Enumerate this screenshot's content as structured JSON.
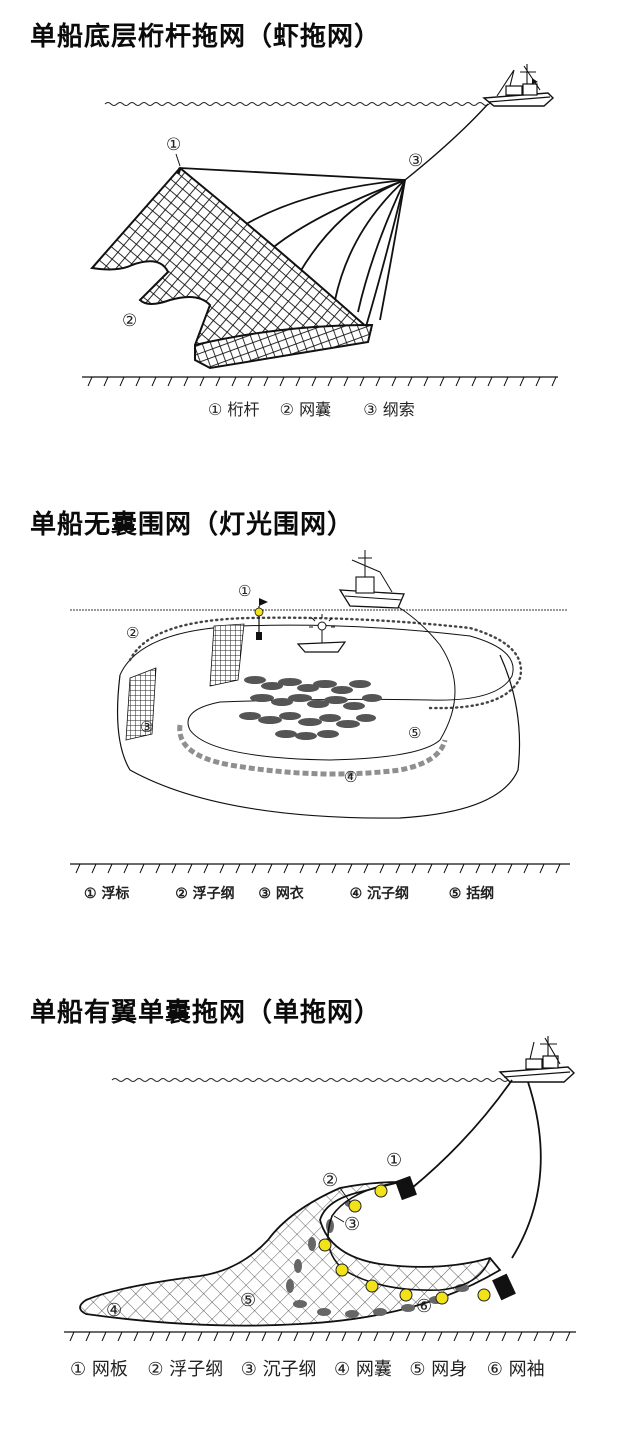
{
  "panels": [
    {
      "title": "单船底层桁杆拖网（虾拖网）",
      "callouts": [
        "①",
        "②",
        "③"
      ],
      "legend": [
        {
          "num": "①",
          "label": "桁杆"
        },
        {
          "num": "②",
          "label": "网囊"
        },
        {
          "num": "③",
          "label": "纲索"
        }
      ]
    },
    {
      "title": "单船无囊围网（灯光围网）",
      "callouts": [
        "①",
        "②",
        "③",
        "④",
        "⑤"
      ],
      "legend": [
        {
          "num": "①",
          "label": "浮标"
        },
        {
          "num": "②",
          "label": "浮子纲"
        },
        {
          "num": "③",
          "label": "网衣"
        },
        {
          "num": "④",
          "label": "沉子纲"
        },
        {
          "num": "⑤",
          "label": "括纲"
        }
      ]
    },
    {
      "title": "单船有翼单囊拖网（单拖网）",
      "callouts": [
        "①",
        "②",
        "③",
        "④",
        "⑤",
        "⑥"
      ],
      "legend": [
        {
          "num": "①",
          "label": "网板"
        },
        {
          "num": "②",
          "label": "浮子纲"
        },
        {
          "num": "③",
          "label": "沉子纲"
        },
        {
          "num": "④",
          "label": "网囊"
        },
        {
          "num": "⑤",
          "label": "网身"
        },
        {
          "num": "⑥",
          "label": "网袖"
        }
      ]
    }
  ],
  "colors": {
    "ink": "#111111",
    "float_yellow": "#f2e21a",
    "sinker_gray": "#555555",
    "background": "#ffffff"
  }
}
